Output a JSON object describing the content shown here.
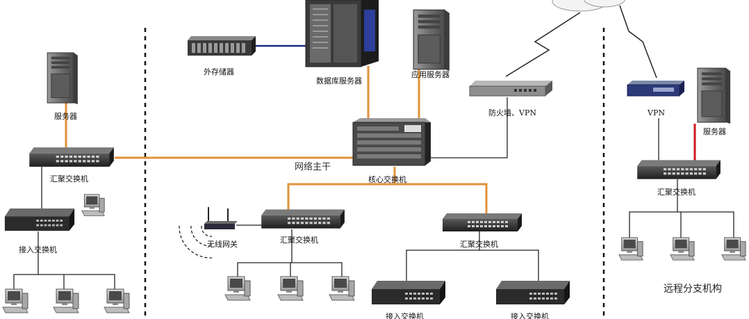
{
  "labels": {
    "external_storage": "外存储器",
    "db_server": "数据库服务器",
    "app_server": "应用服务器",
    "server_left": "服务器",
    "firewall_vpn": "防火墙、VPN",
    "vpn": "VPN",
    "server_right": "服务器",
    "backbone": "网络主干",
    "core_switch": "核心交换机",
    "agg_switch_left": "汇聚交换机",
    "agg_switch_mid1": "汇聚交换机",
    "agg_switch_mid2": "汇聚交换机",
    "agg_switch_right": "汇聚交换机",
    "access_switch_left": "接入交换机",
    "access_switch_b1": "接入交换机",
    "access_switch_b2": "接入交换机",
    "wireless_gateway": "无线网关",
    "remote_branch": "远程分支机构"
  },
  "colors": {
    "backbone_line": "#e0923a",
    "data_line": "#222222",
    "storage_link": "#1a2a8a",
    "remote_server_link": "#cc1a1a",
    "device_dark": "#2e2e2e",
    "device_gray": "#8a8a8a"
  }
}
